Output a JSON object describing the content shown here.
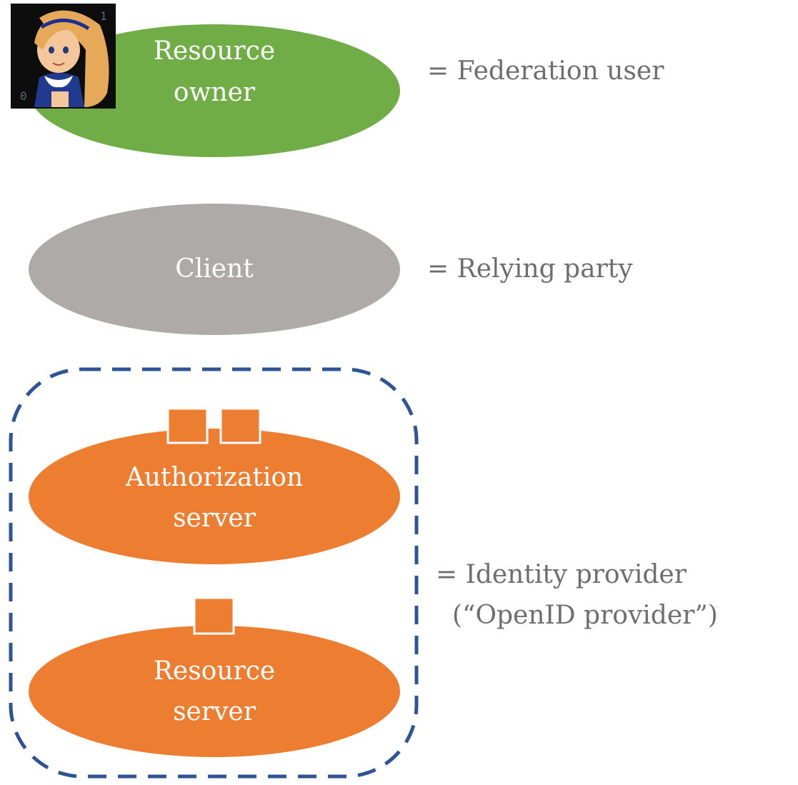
{
  "nodes": {
    "resource_owner": {
      "line1": "Resource",
      "line2": "owner",
      "equivalent": "= Federation user",
      "fill": "#70ad47"
    },
    "client": {
      "label": "Client",
      "equivalent": "= Relying party",
      "fill": "#aeaaaa"
    },
    "authorization_server": {
      "line1": "Authorization",
      "line2": "server",
      "fill": "#ed7d31"
    },
    "resource_server": {
      "line1": "Resource",
      "line2": "server",
      "fill": "#ed7d31"
    }
  },
  "identity_provider_group": {
    "equivalent_line1": "= Identity provider",
    "equivalent_line2": "(“OpenID provider”)",
    "border_color": "#2f5496"
  },
  "text_color": "#6e6e6e"
}
